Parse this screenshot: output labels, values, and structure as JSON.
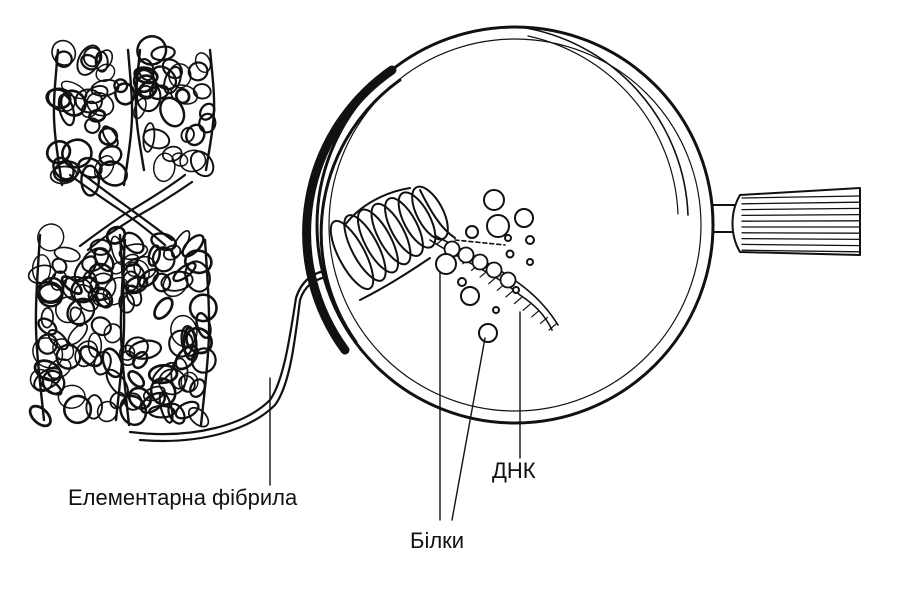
{
  "labels": {
    "fibril": "Елементарна фібрила",
    "dna": "ДНК",
    "proteins": "Білки"
  },
  "colors": {
    "ink": "#111111",
    "background": "#ffffff"
  }
}
